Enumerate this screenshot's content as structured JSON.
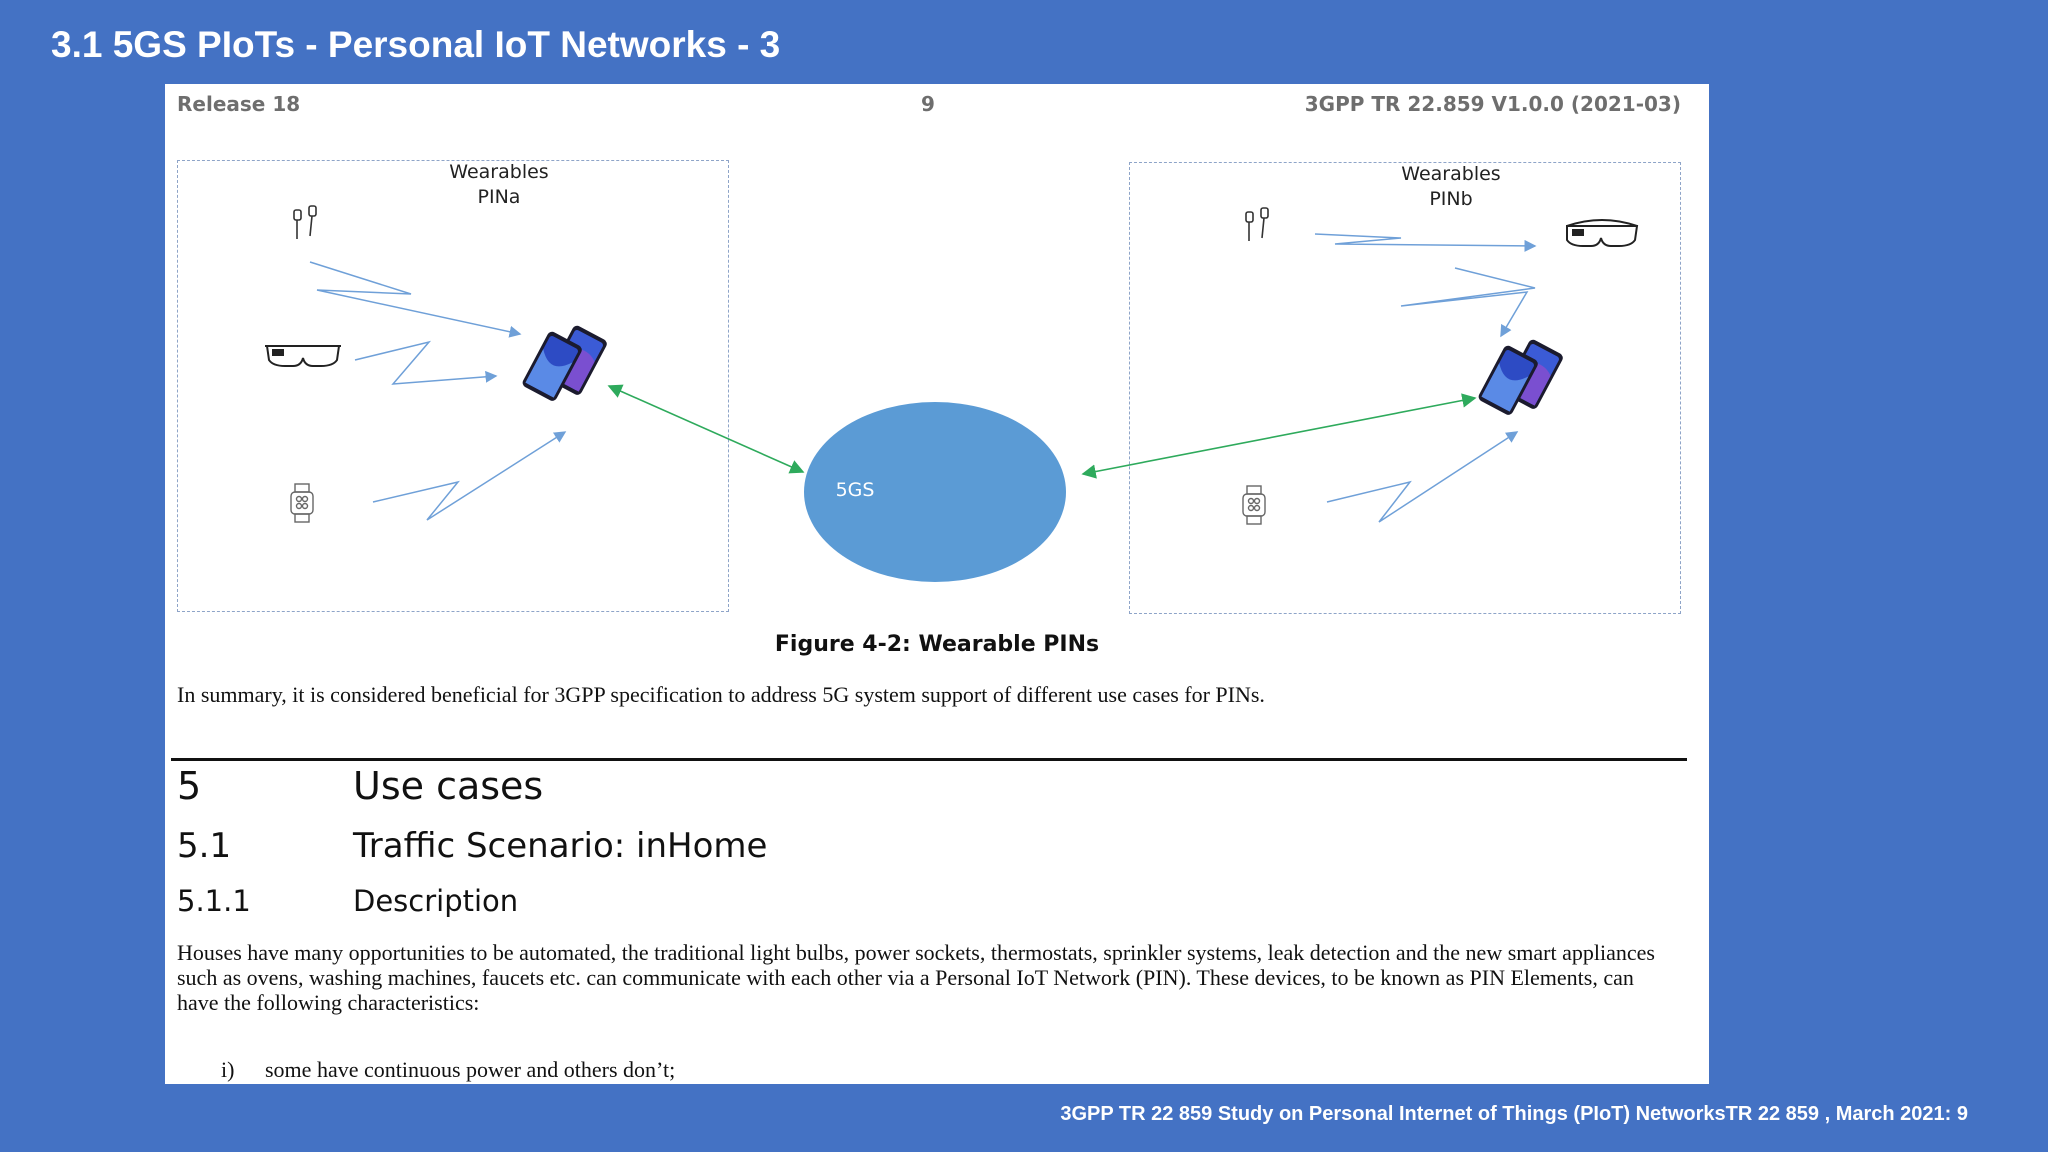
{
  "slide": {
    "title": "3.1 5GS PIoTs - Personal IoT Networks - 3",
    "footer": "3GPP  TR 22 859 Study on Personal Internet of Things (PIoT) NetworksTR 22 859 , March 2021: 9"
  },
  "document": {
    "header": {
      "left": "Release 18",
      "center": "9",
      "right": "3GPP TR 22.859 V1.0.0 (2021-03)"
    },
    "figure": {
      "pin_a": {
        "title": "Wearables",
        "name": "PINa"
      },
      "pin_b": {
        "title": "Wearables",
        "name": "PINb"
      },
      "core_label": "5GS",
      "caption": "Figure 4-2: Wearable PINs",
      "icons": [
        "earbuds-icon",
        "smart-glasses-icon",
        "smartwatch-icon",
        "smartphone-icon"
      ],
      "colors": {
        "core": "#5b9bd5",
        "core_link": "#2eaa5c",
        "wireless_link": "#6fa0d8",
        "box_border": "#8ea4c8"
      }
    },
    "summary": "In summary, it is considered beneficial for 3GPP specification to address 5G system support of different use cases for PINs.",
    "sections": [
      {
        "number": "5",
        "title": "Use cases"
      },
      {
        "number": "5.1",
        "title": "Traffic Scenario: inHome"
      },
      {
        "number": "5.1.1",
        "title": "Description"
      }
    ],
    "description": "Houses have many opportunities to be automated, the traditional light bulbs, power sockets, thermostats, sprinkler systems, leak detection and the new smart appliances such as ovens, washing machines, faucets etc. can communicate with each other via a Personal IoT Network (PIN). These devices, to be known as PIN Elements, can have the following characteristics:",
    "list": [
      {
        "marker": "i)",
        "text": "some have continuous power and others don’t;"
      }
    ]
  }
}
